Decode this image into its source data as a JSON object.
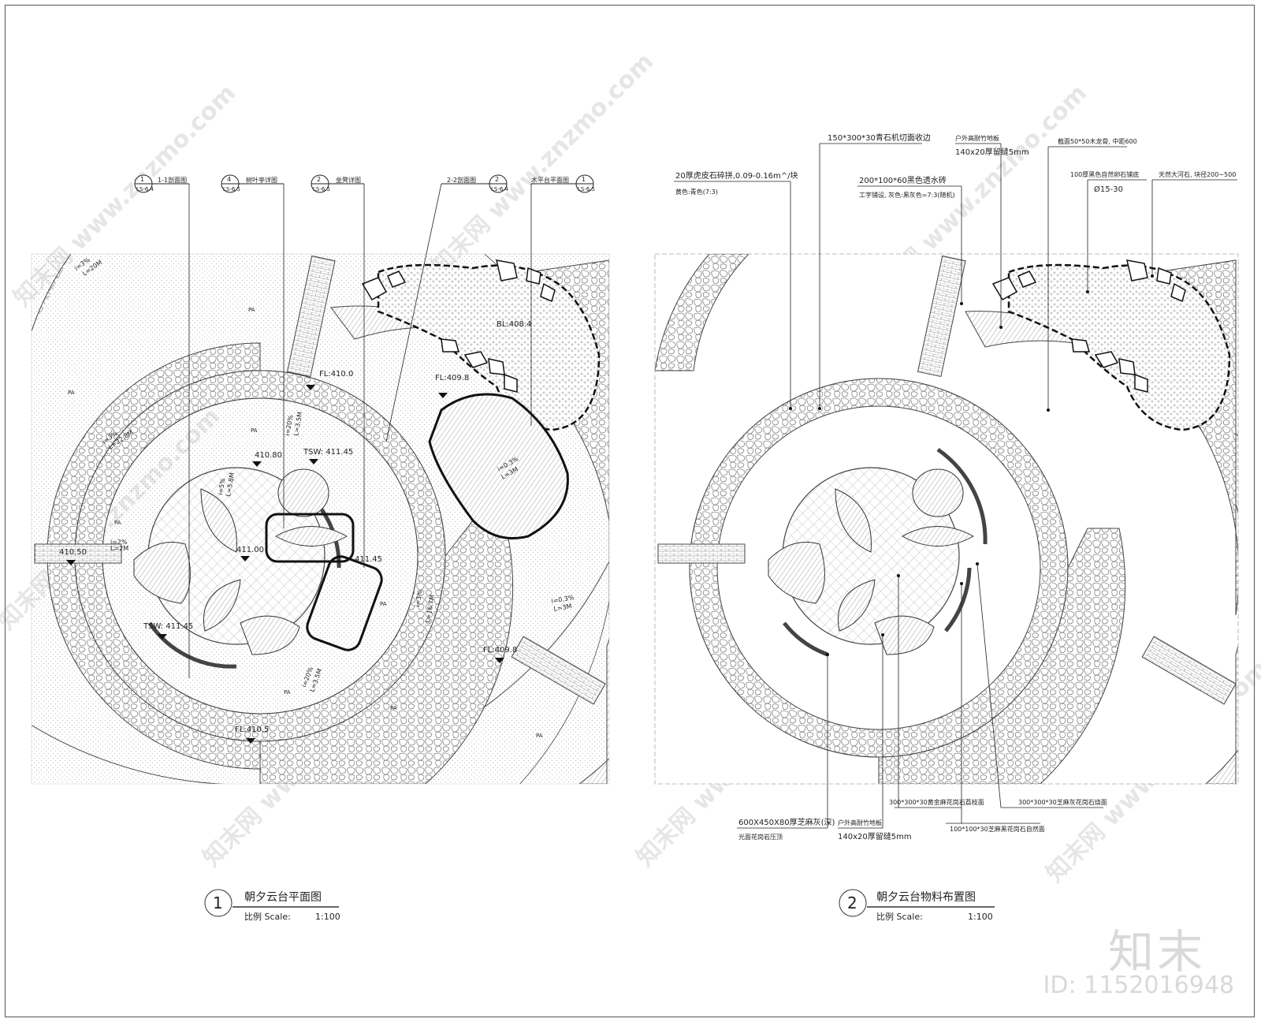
{
  "watermarks": [
    "知末网 www.znzmo.com"
  ],
  "brand": "知末",
  "asset_id": "ID: 1152016948",
  "plan1": {
    "title": "朝夕云台平面图",
    "number": "1",
    "scale_label": "比例 Scale:",
    "scale_value": "1:100",
    "callouts": [
      {
        "num": "1",
        "sheet": "LS-6.4",
        "label": "1-1剖面图"
      },
      {
        "num": "4",
        "sheet": "LS-6.5",
        "label": "树叶亭详图"
      },
      {
        "num": "2",
        "sheet": "LS-6.5",
        "label": "坐凳详图"
      },
      {
        "num": "2",
        "sheet": "LS-6.4",
        "label": "2-2剖面图"
      },
      {
        "num": "1",
        "sheet": "LS-6.5",
        "label": "木平台平面图"
      }
    ],
    "elevations": [
      "FL:410.0",
      "FL:409.8",
      "BL:408.4",
      "410.80",
      "TSW: 411.45",
      "411.00",
      "411.45",
      "410.50",
      "TSW: 411.45",
      "FL:409.8",
      "FL:410.5"
    ],
    "slopes": [
      "i=3%",
      "L=22.8M",
      "i=20%",
      "L=3.5M",
      "i=0.3%",
      "L=3M",
      "i=5%",
      "L=5.8M",
      "i=3%",
      "L=16.7M",
      "i=20%",
      "L=3.5M",
      "i=3%",
      "L=20M",
      "i=2%",
      "L=2M"
    ],
    "pa_label": "PA"
  },
  "plan2": {
    "title": "朝夕云台物料布置图",
    "number": "2",
    "scale_label": "比例 Scale:",
    "scale_value": "1:100",
    "annotations_top": [
      "20厚虎皮石碎拼,0.09-0.16m^/块",
      "黄色:青色(7:3)",
      "150*300*30青石机切面收边",
      "户外高耐竹地板",
      "140x20厚留缝5mm",
      "200*100*60黑色透水砖",
      "工字铺设, 灰色:黑灰色=7:3(随机)",
      "截面50*50木龙骨, 中距600",
      "100厚黑色自然卵石铺底",
      "Ø15-30",
      "天然大河石, 块径200~500"
    ],
    "annotations_bottom": [
      "600X450X80厚芝麻灰(深)",
      "光面花岗岩压顶",
      "户外高耐竹地板",
      "140x20厚留缝5mm",
      "300*300*30黄金麻花岗石荔枝面",
      "300*300*30芝麻灰花岗石烧面",
      "100*100*30芝麻黑花岗石自然面"
    ]
  }
}
